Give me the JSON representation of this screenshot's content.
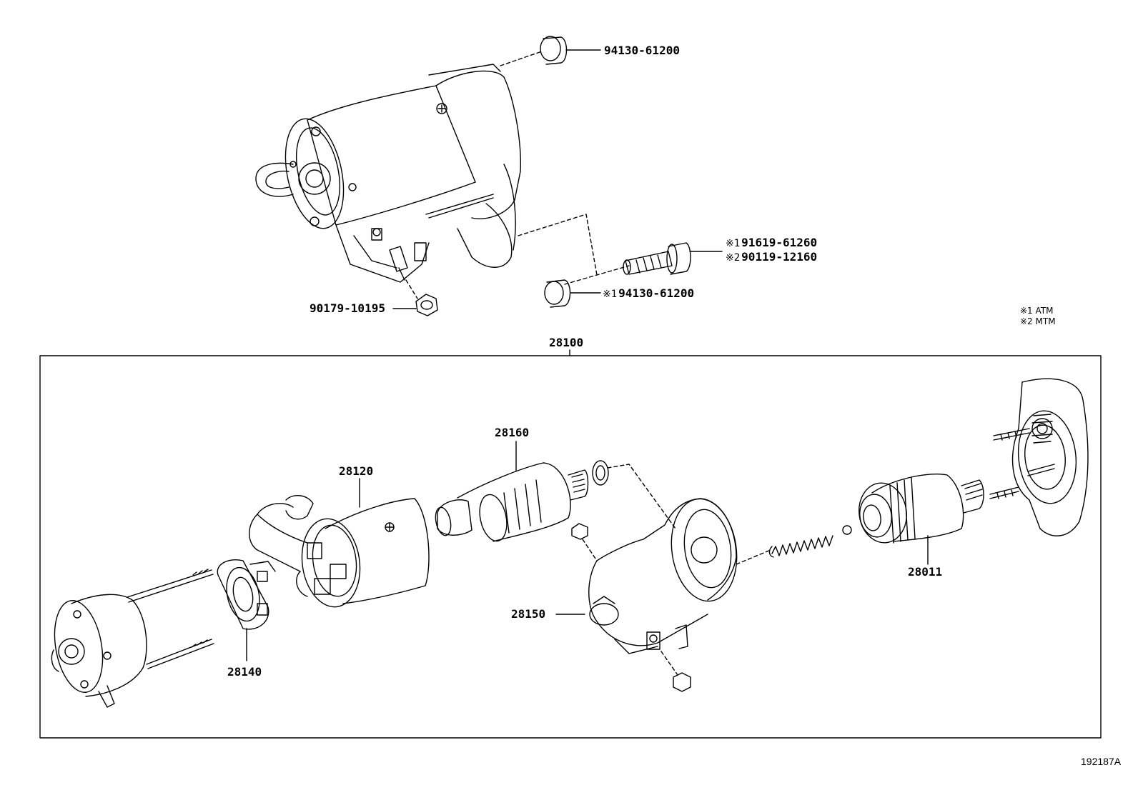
{
  "figure_number": "192187A",
  "assembly": {
    "part_no": "28100"
  },
  "legend": [
    {
      "mark": "※1",
      "text": "ATM"
    },
    {
      "mark": "※2",
      "text": "MTM"
    }
  ],
  "callouts": {
    "boot_top": {
      "part_no": "94130-61200"
    },
    "bolt": [
      {
        "mark": "※1",
        "part_no": "91619-61260"
      },
      {
        "mark": "※2",
        "part_no": "90119-12160"
      }
    ],
    "boot_lower": {
      "mark": "※1",
      "part_no": "94130-61200"
    },
    "nut": {
      "part_no": "90179-10195"
    },
    "yoke": {
      "part_no": "28120"
    },
    "armature": {
      "part_no": "28160"
    },
    "brush_holder": {
      "part_no": "28140"
    },
    "magnetic_switch": {
      "part_no": "28150"
    },
    "clutch": {
      "part_no": "28011"
    }
  }
}
